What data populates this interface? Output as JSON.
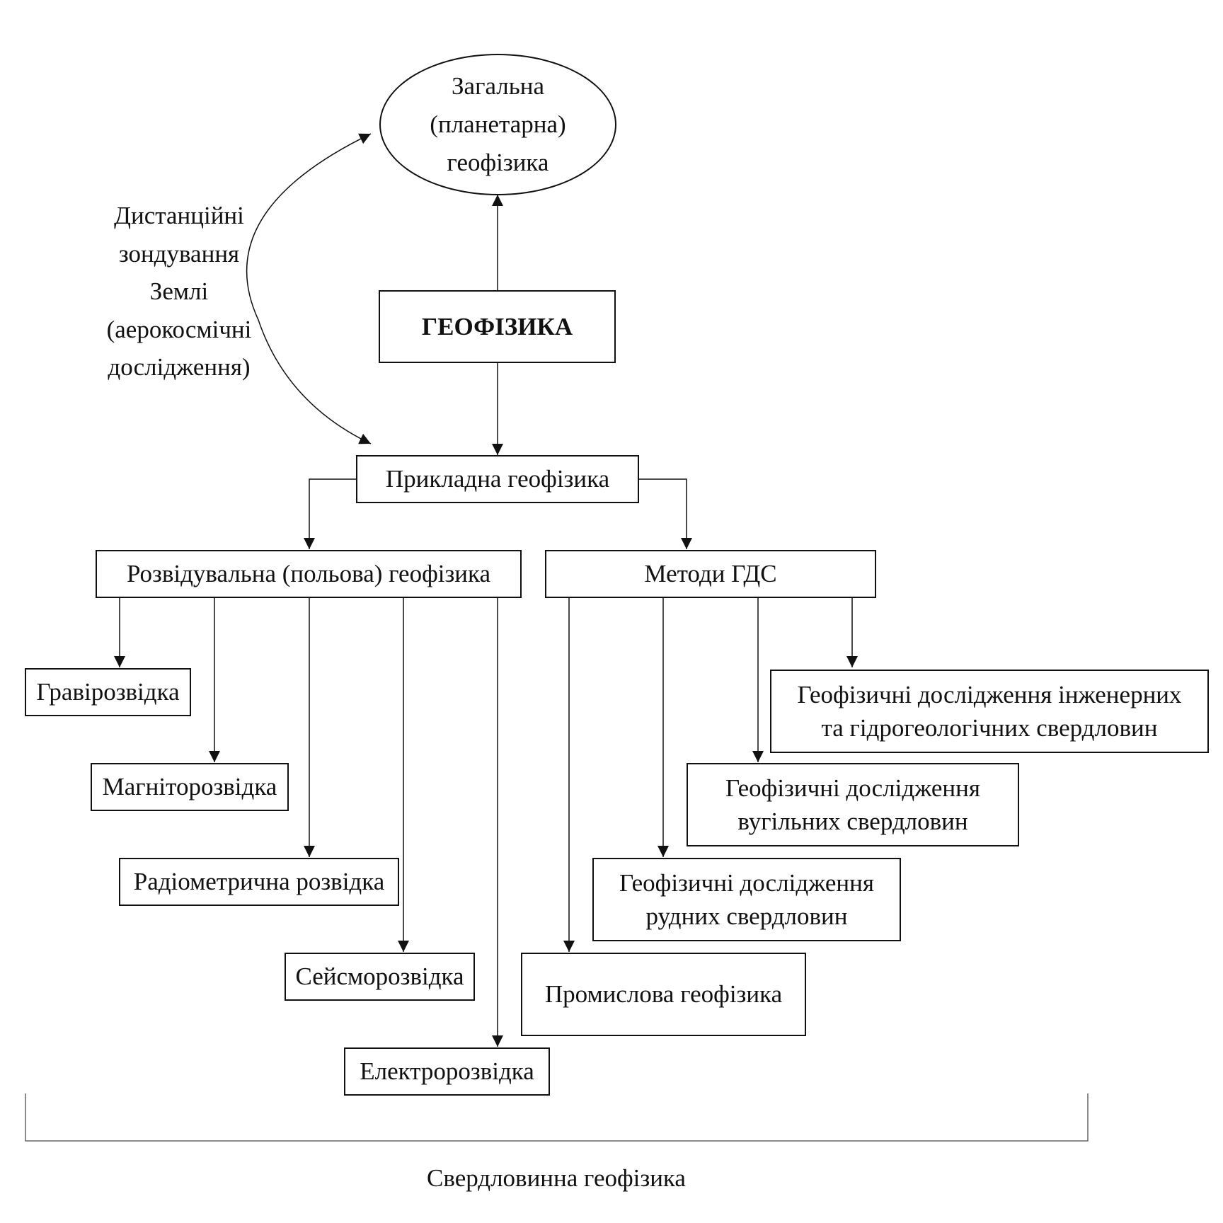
{
  "nodes": {
    "general": "Загальна\n(планетарна)\nгеофізика",
    "geophysics": "ГЕОФІЗИКА",
    "remote_sensing": "Дистанційні\nзондування\nЗемлі\n(аерокосмічні\nдослідження)",
    "applied": "Прикладна геофізика",
    "exploration": "Розвідувальна (польова) геофізика",
    "well_logging": "Методи ГДС",
    "gravity": "Гравірозвідка",
    "magnetic": "Магніторозвідка",
    "radiometric": "Радіометрична розвідка",
    "seismic": "Сейсморозвідка",
    "electric": "Електророзвідка",
    "engineering_wells": "Геофізичні дослідження інженерних\nта гідрогеологічних свердловин",
    "coal_wells": "Геофізичні дослідження\nвугільних свердловин",
    "ore_wells": "Геофізичні дослідження\nрудних свердловин",
    "industrial": "Промислова геофізика",
    "borehole": "Свердловинна геофізика"
  }
}
